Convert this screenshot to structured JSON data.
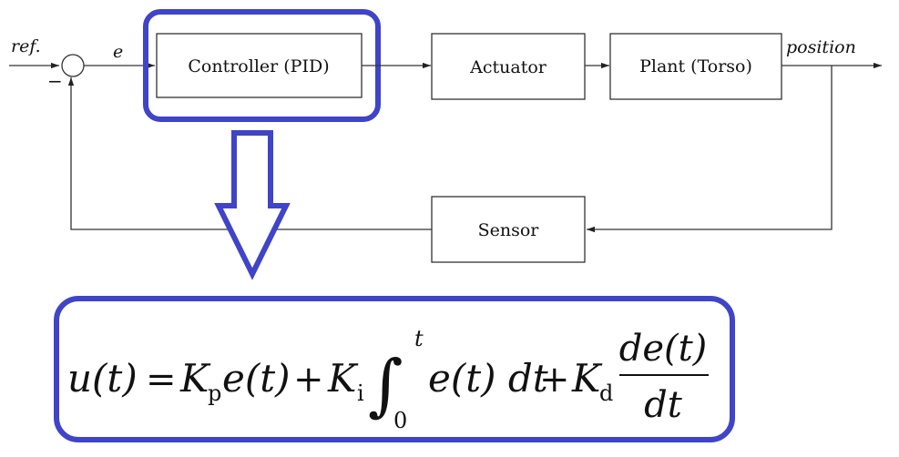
{
  "diagram": {
    "input_label": "ref.",
    "minus_sign": "−",
    "error_label": "e",
    "output_label": "position",
    "blocks": {
      "controller": "Controller (PID)",
      "actuator": "Actuator",
      "plant": "Plant (Torso)",
      "sensor": "Sensor"
    }
  },
  "equation": {
    "lhs": "u(t)",
    "eq": "=",
    "kp": "K",
    "kp_sub": "p",
    "term1": "e(t)",
    "plus1": "+",
    "ki": "K",
    "ki_sub": "i",
    "integral": "∫",
    "upper": "t",
    "lower": "0",
    "integrand": "e(t) dt",
    "plus2": "+",
    "kd": "K",
    "kd_sub": "d",
    "num": "de(t)",
    "den": "dt"
  },
  "colors": {
    "highlight": "#3f44c8",
    "line": "#333333"
  }
}
